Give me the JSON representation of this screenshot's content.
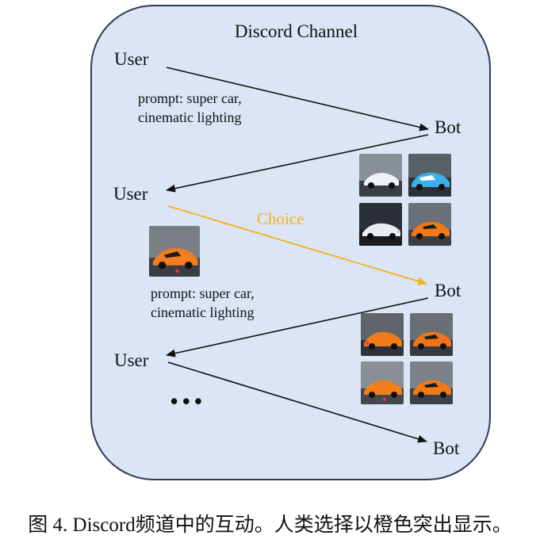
{
  "panel": {
    "title": "Discord Channel"
  },
  "actors": {
    "user_1": "User",
    "bot_1": "Bot",
    "user_2": "User",
    "bot_2": "Bot",
    "user_3": "User",
    "bot_3": "Bot"
  },
  "prompts": {
    "prompt_1": "prompt: super car,\ncinematic lighting",
    "prompt_2": "prompt: super car,\ncinematic lighting"
  },
  "choice_label": "Choice",
  "ellipsis": "•••",
  "caption": "图 4. Discord频道中的互动。人类选择以橙色突出显示。",
  "colors": {
    "panel_fill": "#dbe5f5",
    "panel_border": "#2f3b52",
    "arrow_default": "#111111",
    "arrow_choice": "#f2b21a"
  }
}
